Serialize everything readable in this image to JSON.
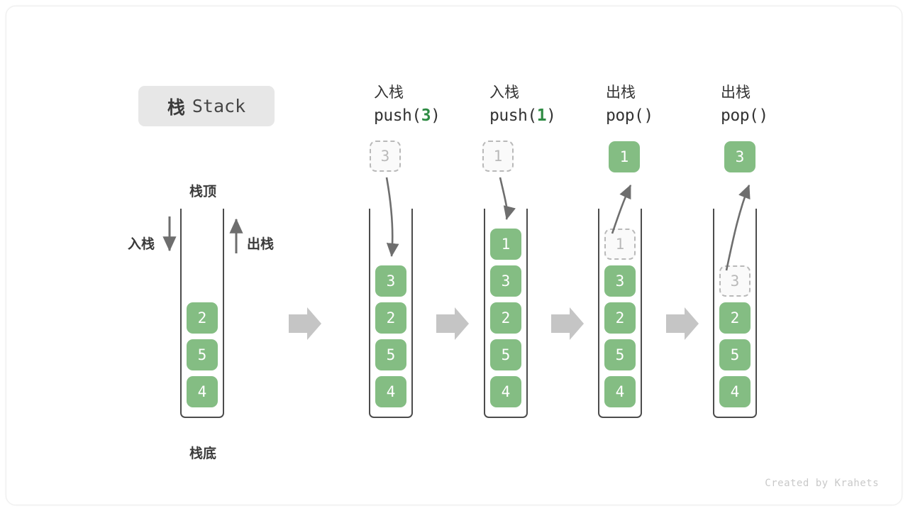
{
  "figure": {
    "title_cn": "栈",
    "title_en": "Stack",
    "credit": "Created by Krahets",
    "labels": {
      "top": "栈顶",
      "bottom": "栈底",
      "push": "入栈",
      "pop": "出栈"
    },
    "colors": {
      "cell_fill": "#84bd83",
      "cell_text": "#ffffff",
      "ghost_fill": "#fafafa",
      "ghost_border": "#b9b9b9",
      "ghost_text": "#b9b9b9",
      "container_stroke": "#4c4c4c",
      "arrow_gray": "#6e6e6e",
      "flow_arrow": "#c5c5c5",
      "badge_bg": "#e7e7e7",
      "accent_green": "#2e8b43",
      "text_dark": "#333333"
    }
  },
  "columns": [
    {
      "id": "initial",
      "header_cn": "",
      "header_code": "",
      "code_arg": "",
      "stack": [
        "2",
        "5",
        "4"
      ],
      "ghost_in_stack": null,
      "floating_cell": null,
      "floating_ghost": null
    },
    {
      "id": "push-3",
      "header_cn": "入栈",
      "header_code": "push(3)",
      "code_arg": "3",
      "stack": [
        "3",
        "2",
        "5",
        "4"
      ],
      "ghost_in_stack": null,
      "floating_cell": null,
      "floating_ghost": "3"
    },
    {
      "id": "push-1",
      "header_cn": "入栈",
      "header_code": "push(1)",
      "code_arg": "1",
      "stack": [
        "1",
        "3",
        "2",
        "5",
        "4"
      ],
      "ghost_in_stack": null,
      "floating_cell": null,
      "floating_ghost": "1"
    },
    {
      "id": "pop-1",
      "header_cn": "出栈",
      "header_code": "pop()",
      "code_arg": "",
      "stack": [
        "3",
        "2",
        "5",
        "4"
      ],
      "ghost_in_stack": "1",
      "floating_cell": "1",
      "floating_ghost": null
    },
    {
      "id": "pop-3",
      "header_cn": "出栈",
      "header_code": "pop()",
      "code_arg": "",
      "stack": [
        "2",
        "5",
        "4"
      ],
      "ghost_in_stack": "3",
      "floating_cell": "3",
      "floating_ghost": null
    }
  ]
}
